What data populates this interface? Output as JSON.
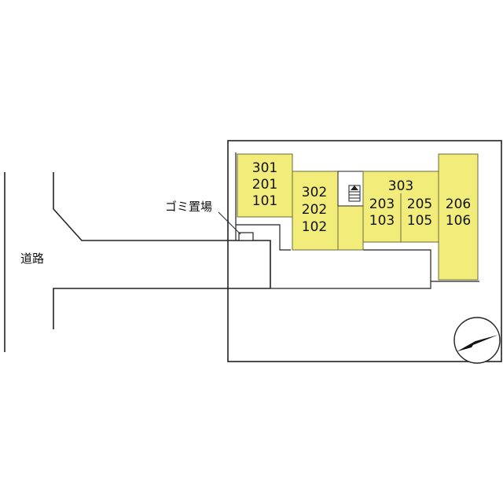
{
  "map": {
    "road_label": "道路",
    "garbage_label": "ゴミ置場",
    "colors": {
      "unit_fill": "#f2ec7a",
      "unit_stroke": "#6b6b3a",
      "line": "#222222"
    },
    "units": [
      {
        "id": "block-a",
        "lines": [
          "301",
          "201",
          "101"
        ]
      },
      {
        "id": "block-b",
        "lines": [
          "302",
          "202",
          "102"
        ]
      },
      {
        "id": "block-c-top",
        "lines": [
          "303"
        ]
      },
      {
        "id": "block-c-left",
        "lines": [
          "203",
          "103"
        ]
      },
      {
        "id": "block-c-right",
        "lines": [
          "205",
          "105"
        ]
      },
      {
        "id": "block-d",
        "lines": [
          "206",
          "106"
        ]
      }
    ],
    "icons": {
      "stairs": "stairs-icon",
      "north_arrow": "north-arrow-icon"
    }
  }
}
